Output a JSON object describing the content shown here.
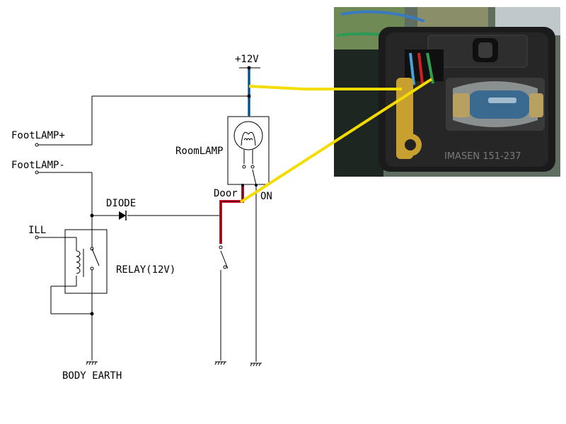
{
  "labels": {
    "supply": "+12V",
    "foot_plus": "FootLAMP+",
    "foot_minus": "FootLAMP-",
    "room_lamp": "RoomLAMP",
    "door": "Door",
    "on": "ON",
    "diode": "DIODE",
    "ill": "ILL",
    "relay": "RELAY(12V)",
    "earth": "BODY EARTH",
    "photo_imprint": "IMASEN 151-237"
  },
  "colors": {
    "wire": "#000000",
    "blue_wire": "#3b8fd0",
    "red_wire": "#e01030",
    "yellow_line": "#f4dc00",
    "photo_bg": "#5b6a5c",
    "housing": "#1c1c1c"
  }
}
